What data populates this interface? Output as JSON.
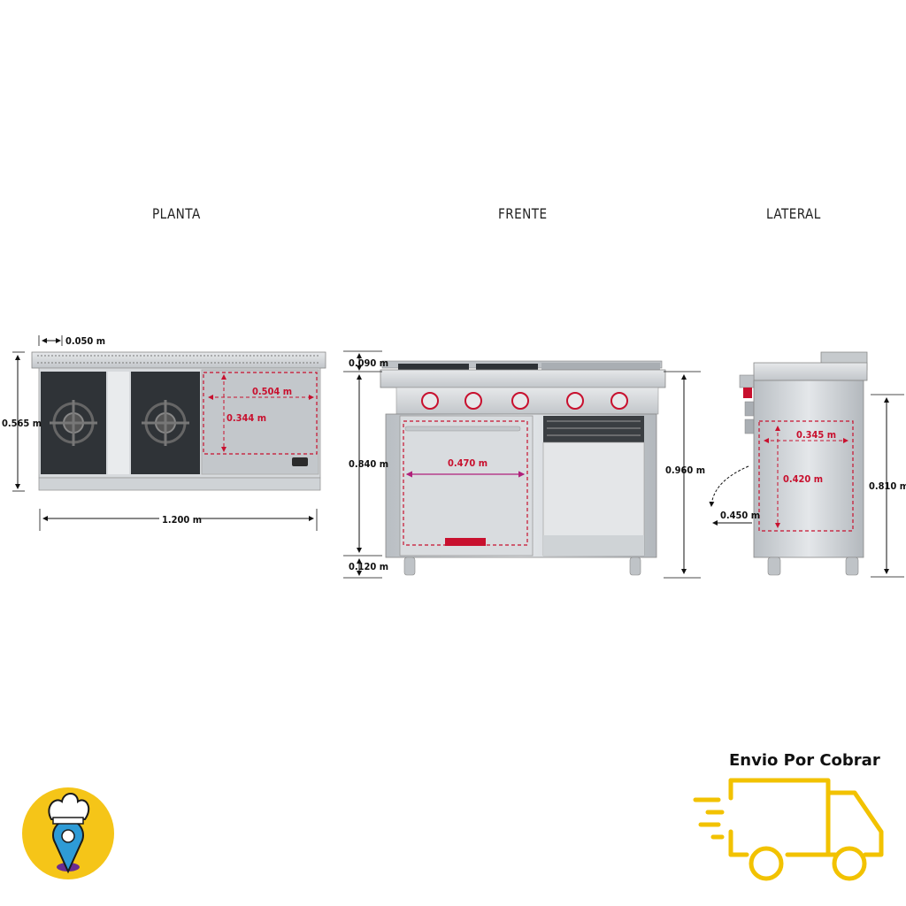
{
  "views": {
    "planta": "PLANTA",
    "frente": "FRENTE",
    "lateral": "LATERAL"
  },
  "dimensions": {
    "planta_edge": "0.050 m",
    "planta_depth": "0.565 m",
    "planta_width": "1.200 m",
    "planta_griddle_width": "0.504 m",
    "planta_griddle_depth": "0.344 m",
    "frente_top": "0.090 m",
    "frente_body": "0.840 m",
    "frente_legs": "0.120 m",
    "frente_oven_width": "0.470 m",
    "frente_total_height": "0.960 m",
    "lateral_oven_width": "0.345 m",
    "lateral_oven_height": "0.420 m",
    "lateral_door_swing": "0.450 m",
    "lateral_height": "0.810 m"
  },
  "shipping": {
    "label": "Envio Por Cobrar"
  },
  "colors": {
    "dimension_red": "#c8102e",
    "truck_yellow": "#f2c200",
    "logo_yellow": "#f5c518",
    "steel": "#c9cdd1"
  }
}
